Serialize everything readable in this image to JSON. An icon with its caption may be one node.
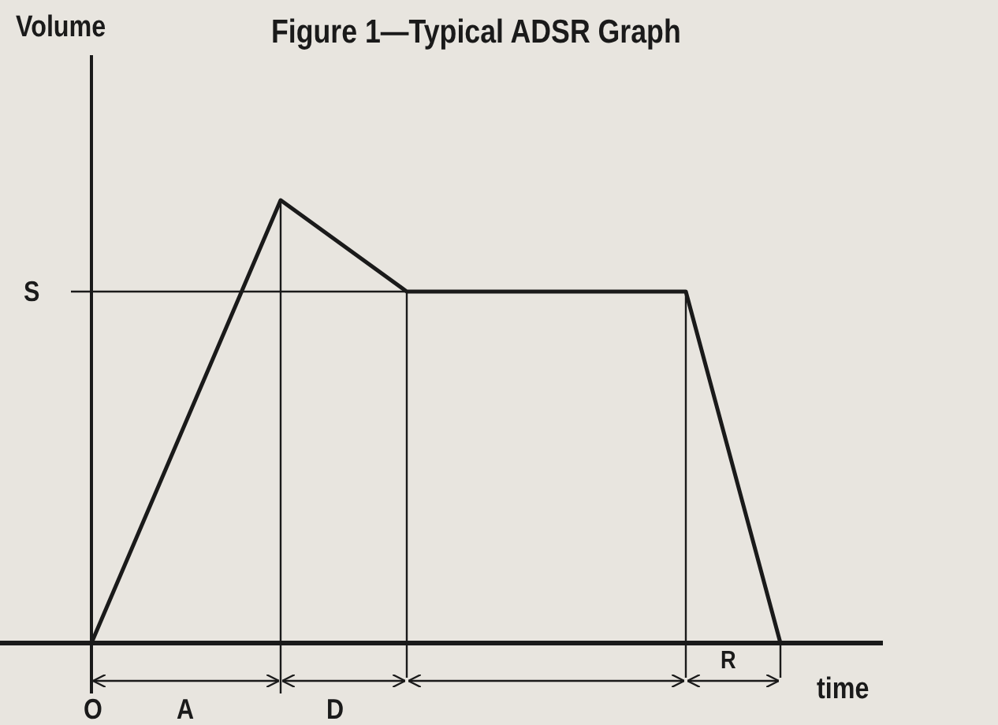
{
  "diagram": {
    "title": "Figure 1—Typical ADSR Graph",
    "labels": [
      "Volume",
      "S",
      "A",
      "D",
      "R",
      "time",
      "O"
    ]
  }
}
